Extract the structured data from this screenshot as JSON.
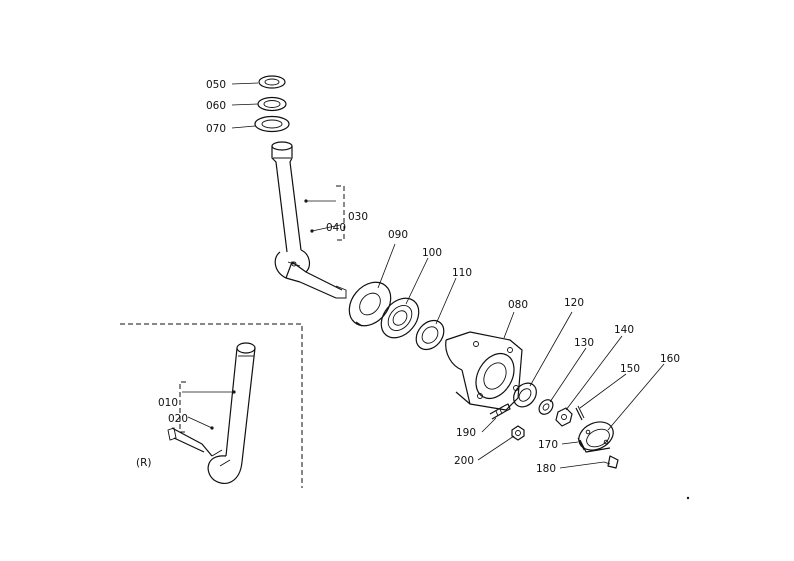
{
  "labels": {
    "p010": "010",
    "p020": "020",
    "p030": "030",
    "p040": "040",
    "p050": "050",
    "p060": "060",
    "p070": "070",
    "p080": "080",
    "p090": "090",
    "p100": "100",
    "p110": "110",
    "p120": "120",
    "p130": "130",
    "p140": "140",
    "p150": "150",
    "p160": "160",
    "p170": "170",
    "p180": "180",
    "p190": "190",
    "p200": "200",
    "side": "(R)"
  }
}
